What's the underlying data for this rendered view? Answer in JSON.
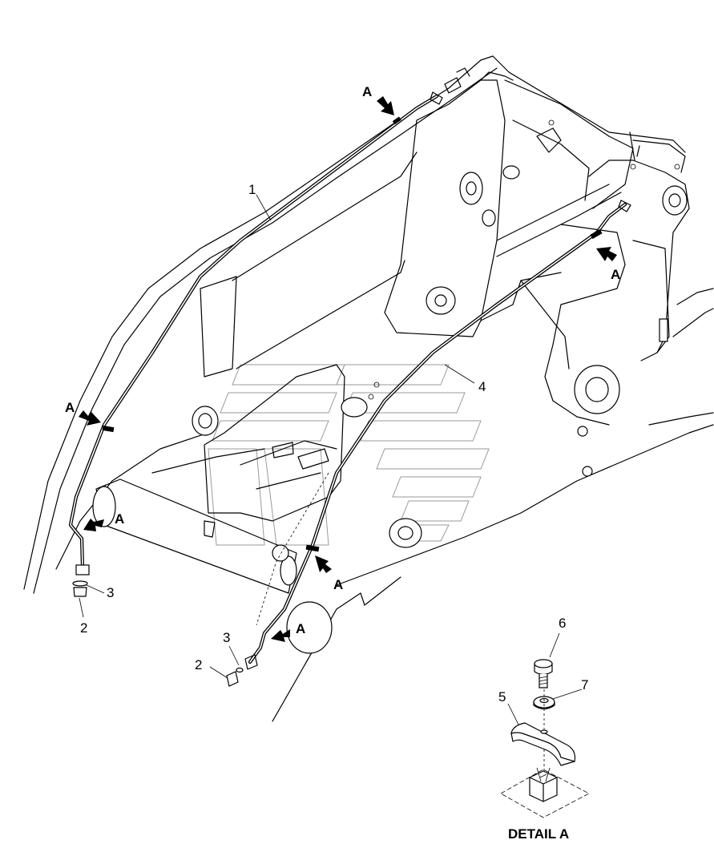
{
  "callouts": {
    "p1": "1",
    "p2": "2",
    "p3": "3",
    "p4": "4",
    "p5": "5",
    "p6": "6",
    "p7": "7",
    "detail_ref": "A"
  },
  "detail": {
    "title": "DETAIL A"
  }
}
